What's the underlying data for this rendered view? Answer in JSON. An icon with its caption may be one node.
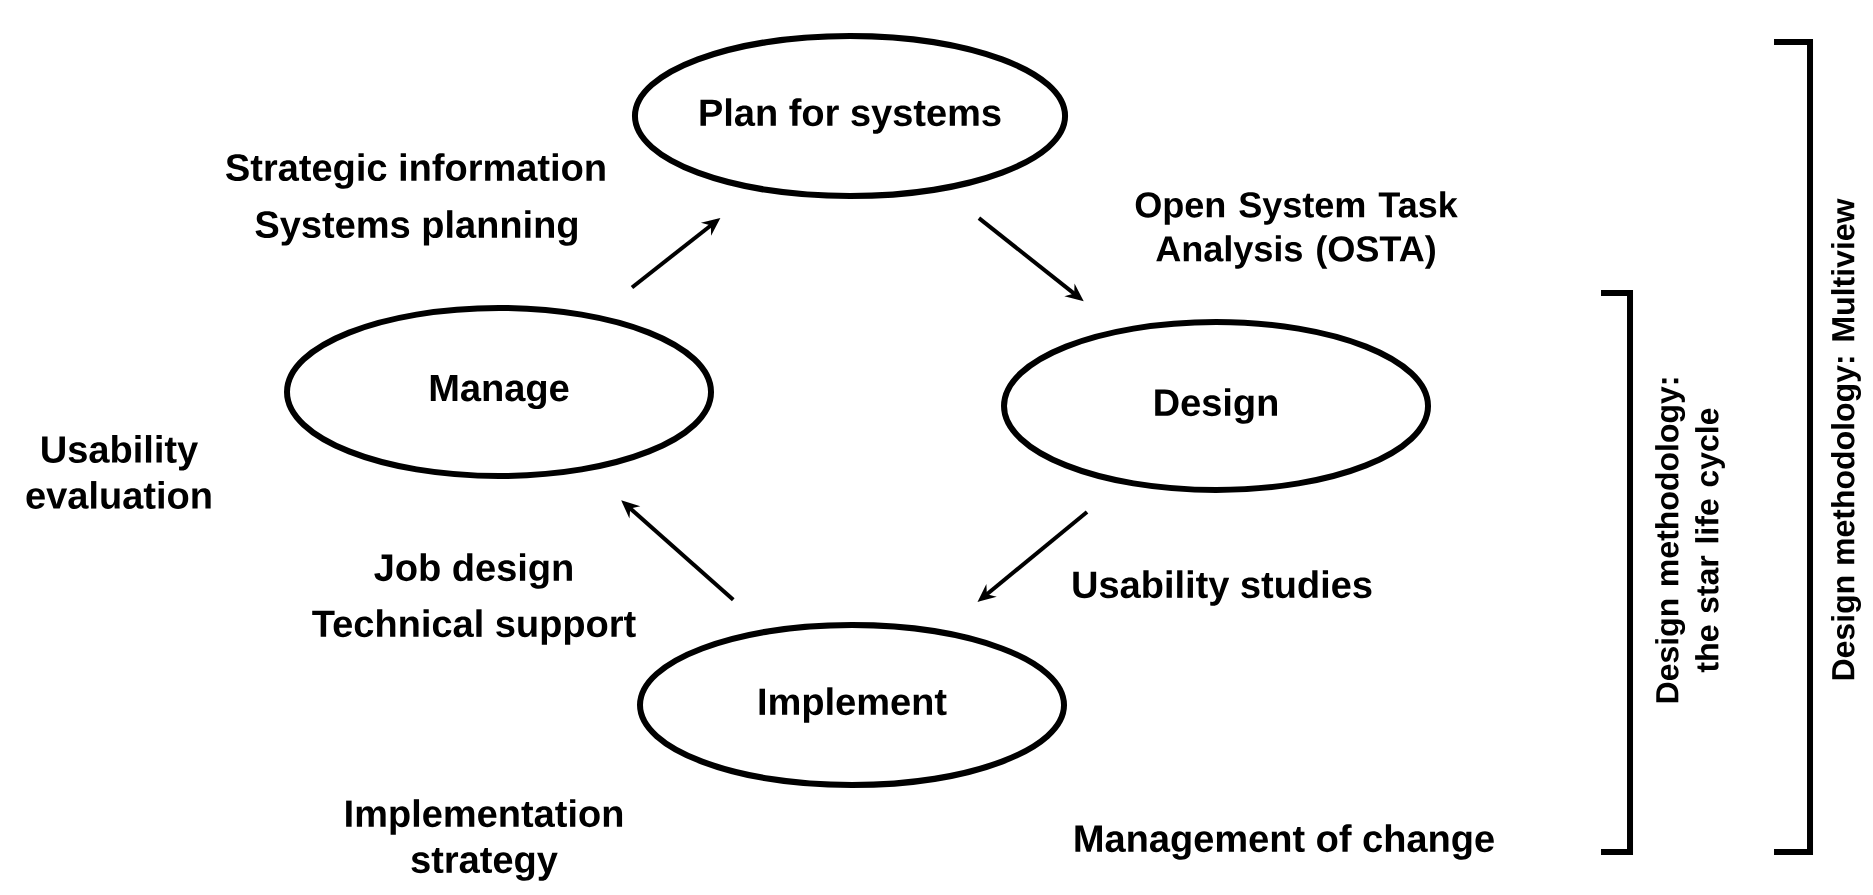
{
  "diagram": {
    "nodes": [
      {
        "text": [
          "Plan for systems"
        ]
      },
      {
        "text": [
          "Manage"
        ]
      },
      {
        "text": [
          "Design"
        ]
      },
      {
        "text": [
          "Implement"
        ]
      }
    ],
    "edges": [
      {
        "from": 1,
        "to": 0,
        "arrow": "to"
      },
      {
        "from": 0,
        "to": 2,
        "arrow": "to"
      },
      {
        "from": 2,
        "to": 3,
        "arrow": "to"
      },
      {
        "from": 3,
        "to": 1,
        "arrow": "to"
      }
    ],
    "labels": [
      "Strategic information",
      "Systems planning",
      "Open System Task Analysis (OSTA)",
      "Design methodology: Multiview",
      "Design methodology: the star life cycle",
      "Usability evaluation",
      "Job design",
      "Usability studies",
      "Technical support",
      "Implementation strategy",
      "Management of change"
    ]
  }
}
